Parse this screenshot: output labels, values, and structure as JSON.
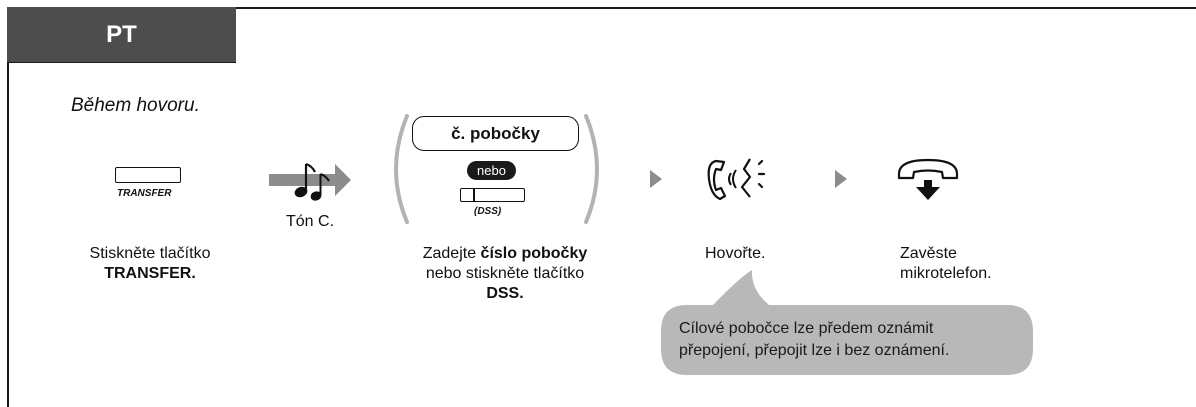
{
  "tab": {
    "label": "PT"
  },
  "context": "Během hovoru.",
  "steps": [
    {
      "key_label": "TRANSFER",
      "text_line1": "Stiskněte tlačítko",
      "text_line2": "TRANSFER."
    },
    {
      "tone_label": "Tón C."
    },
    {
      "ext_box_label": "č. pobočky",
      "or_badge": "nebo",
      "dss_label": "(DSS)",
      "text_line1_prefix": "Zadejte ",
      "text_line1_bold": "číslo pobočky",
      "text_line2": "nebo stiskněte tlačítko",
      "text_line3": "DSS."
    },
    {
      "text": "Hovořte."
    },
    {
      "text_line1": "Zavěste",
      "text_line2": "mikrotelefon."
    }
  ],
  "note": {
    "line1": "Cílové pobočce lze předem oznámit",
    "line2": "přepojení, přepojit lze i bez oznámení."
  },
  "colors": {
    "tab_bg": "#4d4d4d",
    "arrow": "#8c8c8c",
    "bracket": "#b3b3b3",
    "note_bg": "#b8b8b8",
    "ink": "#111111"
  },
  "icons": [
    "transfer-key-icon",
    "tone-notes-icon",
    "dss-key-icon",
    "talk-handset-icon",
    "hang-up-handset-icon",
    "flow-arrow-icon"
  ]
}
